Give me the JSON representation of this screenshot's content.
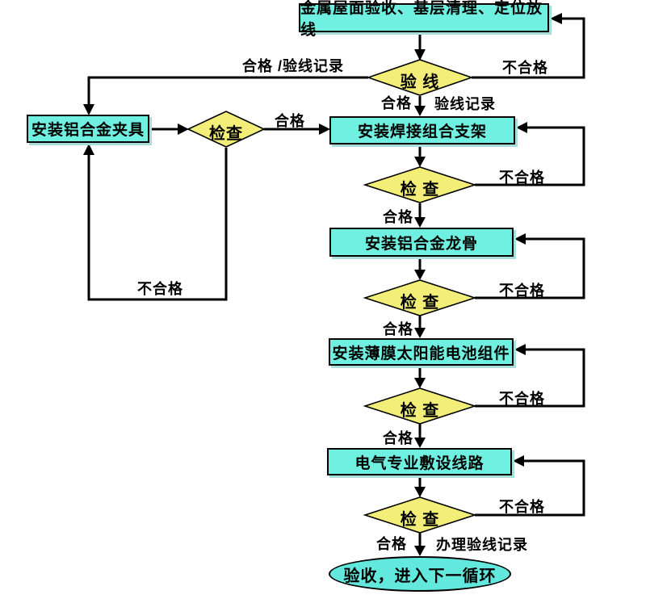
{
  "diagram": {
    "type": "flowchart",
    "colors": {
      "process_fill": "#70F0E0",
      "decision_fill": "#F2EE78",
      "terminal_fill": "#62E8DC",
      "line": "#000000"
    },
    "nodes": {
      "start": {
        "shape": "process",
        "label": "金属屋面验收、基层清理、定位放线"
      },
      "verify_line": {
        "shape": "decision",
        "label": "验 线"
      },
      "install_clamp": {
        "shape": "process",
        "label": "安装铝合金夹具"
      },
      "check_clamp": {
        "shape": "decision",
        "label": "检查"
      },
      "install_bracket": {
        "shape": "process",
        "label": "安装焊接组合支架"
      },
      "check_bracket": {
        "shape": "decision",
        "label": "检 查"
      },
      "install_keel": {
        "shape": "process",
        "label": "安装铝合金龙骨"
      },
      "check_keel": {
        "shape": "decision",
        "label": "检 查"
      },
      "install_panel": {
        "shape": "process",
        "label": "安装薄膜太阳能电池组件"
      },
      "check_panel": {
        "shape": "decision",
        "label": "检 查"
      },
      "install_wiring": {
        "shape": "process",
        "label": "电气专业敷设线路"
      },
      "check_wiring": {
        "shape": "decision",
        "label": "检 查"
      },
      "end": {
        "shape": "terminal",
        "label": "验收，进入下一循环"
      }
    },
    "edge_labels": {
      "pass_record_top": "合格 /验线记录",
      "fail_verify": "不合格",
      "pass_verify": "合格",
      "record_verify": "验线记录",
      "pass_clamp": "合格",
      "fail_clamp": "不合格",
      "fail_bracket": "不合格",
      "pass_bracket": "合格",
      "fail_keel": "不合格",
      "pass_keel": "合格",
      "fail_panel": "不合格",
      "pass_panel": "合格",
      "fail_wiring": "不合格",
      "pass_wiring": "合格",
      "final_record": "办理验线记录"
    }
  }
}
